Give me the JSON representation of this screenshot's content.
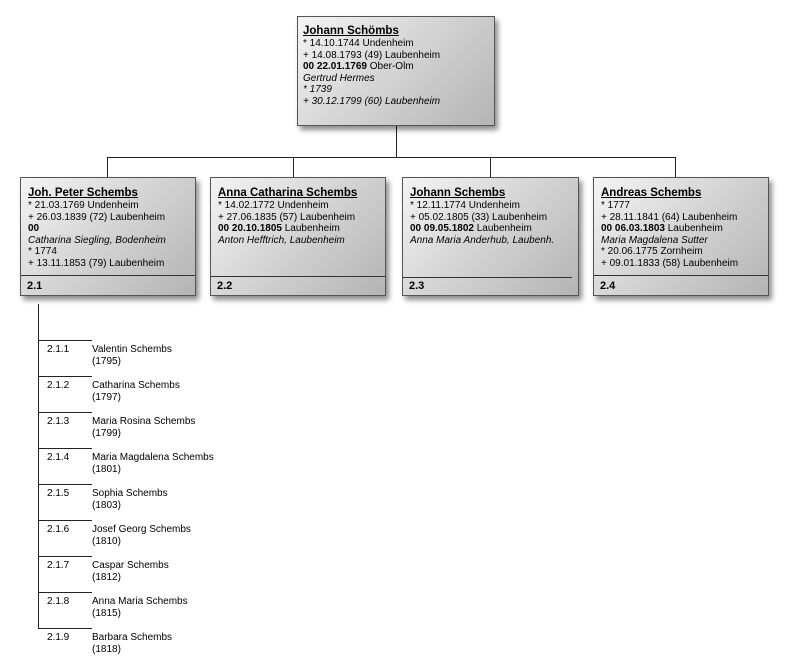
{
  "root": {
    "name": "Johann  Schömbs",
    "lines": [
      {
        "text": "* 14.10.1744 Undenheim",
        "style": ""
      },
      {
        "text": "+ 14.08.1793 (49)  Laubenheim",
        "style": ""
      },
      {
        "parts": [
          {
            "text": "00 22.01.1769",
            "style": "b"
          },
          {
            "text": "  Ober-Olm",
            "style": ""
          }
        ]
      },
      {
        "text": "Gertrud Hermes",
        "style": "it"
      },
      {
        "text": "* 1739",
        "style": "it"
      },
      {
        "text": "+ 30.12.1799 (60) Laubenheim",
        "style": "it"
      }
    ]
  },
  "children": [
    {
      "name": "Joh. Peter Schembs",
      "number": "2.1",
      "lines": [
        {
          "text": "* 21.03.1769  Undenheim",
          "style": ""
        },
        {
          "text": "+ 26.03.1839 (72) Laubenheim",
          "style": ""
        },
        {
          "text": "00",
          "style": "b"
        },
        {
          "text": "Catharina Siegling, Bodenheim",
          "style": "it"
        },
        {
          "text": "* 1774",
          "style": ""
        },
        {
          "text": "+ 13.11.1853 (79) Laubenheim",
          "style": ""
        }
      ]
    },
    {
      "name": "Anna Catharina Schembs",
      "number": "2.2",
      "lines": [
        {
          "text": "* 14.02.1772  Undenheim",
          "style": ""
        },
        {
          "text": "+ 27.06.1835 (57)  Laubenheim",
          "style": ""
        },
        {
          "parts": [
            {
              "text": "00 20.10.1805",
              "style": "b"
            },
            {
              "text": "  Laubenheim",
              "style": ""
            }
          ]
        },
        {
          "text": "Anton Hefftrich,  Laubenheim",
          "style": "it"
        }
      ]
    },
    {
      "name": "Johann Schembs",
      "number": "2.3",
      "lines": [
        {
          "text": "* 12.11.1774  Undenheim",
          "style": ""
        },
        {
          "text": "+ 05.02.1805 (33) Laubenheim",
          "style": ""
        },
        {
          "parts": [
            {
              "text": "00  09.05.1802",
              "style": "b"
            },
            {
              "text": "  Laubenheim",
              "style": ""
            }
          ]
        },
        {
          "text": "Anna Maria Anderhub, Laubenh.",
          "style": "it"
        }
      ]
    },
    {
      "name": "Andreas Schembs",
      "number": "2.4",
      "lines": [
        {
          "text": "* 1777",
          "style": ""
        },
        {
          "text": "+ 28.11.1841 (64) Laubenheim",
          "style": ""
        },
        {
          "parts": [
            {
              "text": "00 06.03.1803",
              "style": "b"
            },
            {
              "text": " Laubenheim",
              "style": ""
            }
          ]
        },
        {
          "text": "Maria Magdalena Sutter",
          "style": "it"
        },
        {
          "text": "* 20.06.1775  Zornheim",
          "style": ""
        },
        {
          "text": "+ 09.01.1833 (58) Laubenheim",
          "style": ""
        }
      ]
    }
  ],
  "grandchildren": [
    {
      "number": "2.1.1",
      "name": "Valentin Schembs",
      "year": "(1795)"
    },
    {
      "number": "2.1.2",
      "name": "Catharina Schembs",
      "year": "(1797)"
    },
    {
      "number": "2.1.3",
      "name": "Maria Rosina Schembs",
      "year": "(1799)"
    },
    {
      "number": "2.1.4",
      "name": "Maria Magdalena Schembs",
      "year": "(1801)"
    },
    {
      "number": "2.1.5",
      "name": "Sophia Schembs",
      "year": "(1803)"
    },
    {
      "number": "2.1.6",
      "name": "Josef Georg Schembs",
      "year": "(1810)"
    },
    {
      "number": "2.1.7",
      "name": "Caspar Schembs",
      "year": "(1812)"
    },
    {
      "number": "2.1.8",
      "name": "Anna Maria Schembs",
      "year": "(1815)"
    },
    {
      "number": "2.1.9",
      "name": "Barbara Schembs",
      "year": "(1818)"
    }
  ]
}
